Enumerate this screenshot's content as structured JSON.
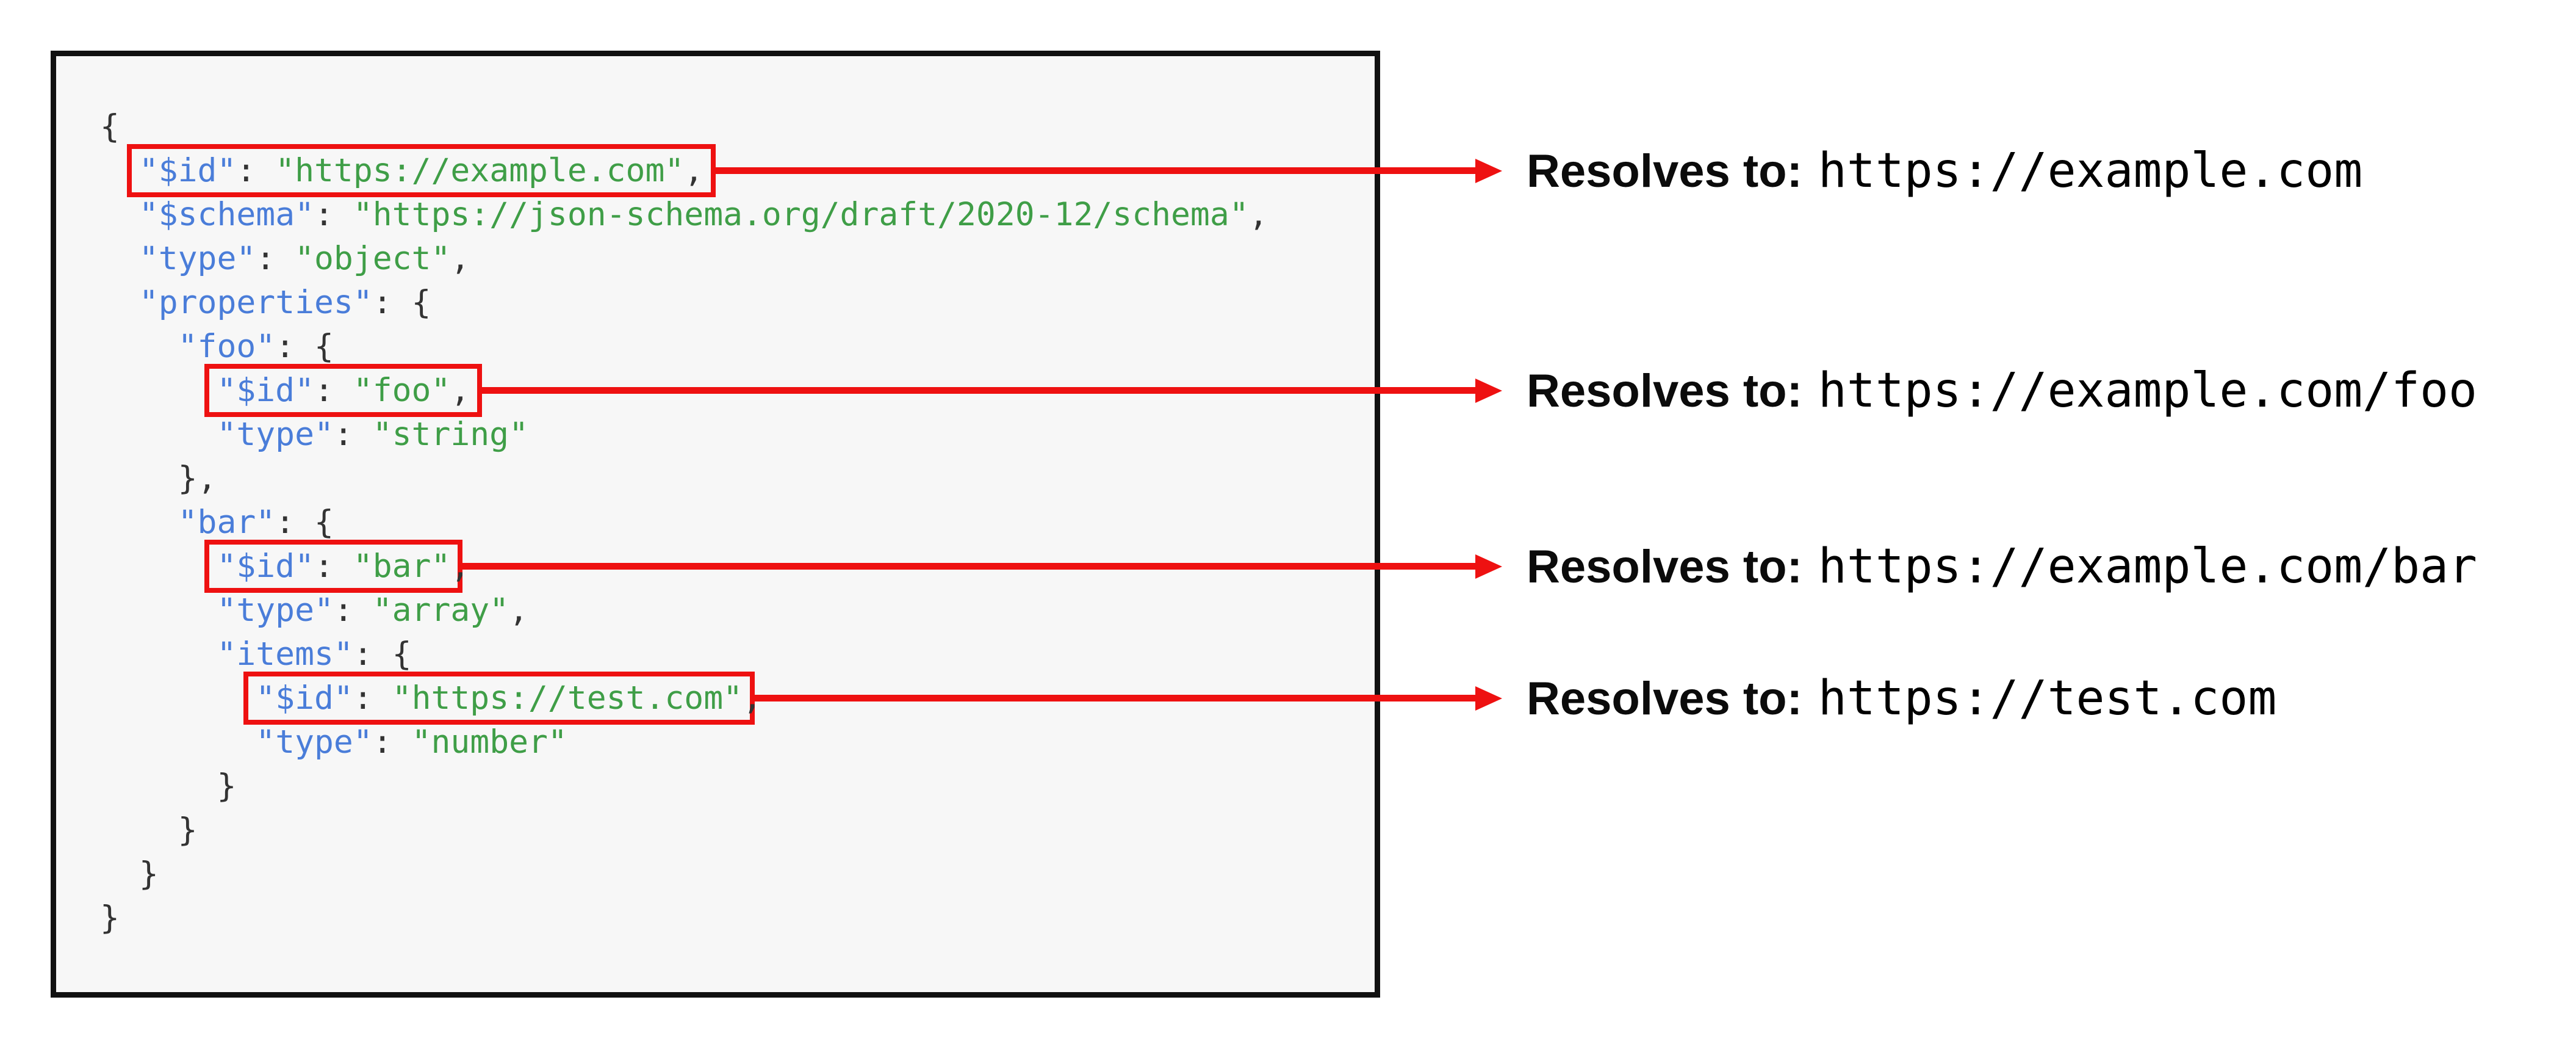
{
  "colors": {
    "key_blue": "#4a7dd9",
    "string_green": "#3f9e47",
    "punctuation": "#333333",
    "highlight_red": "#ee1111",
    "panel_border": "#111111",
    "panel_background": "#f7f7f7",
    "page_background": "#ffffff",
    "annotation_text": "#0b0b0b"
  },
  "code_block": {
    "language": "json",
    "lines": [
      {
        "indent": 0,
        "segments": [
          [
            "p",
            "{"
          ]
        ]
      },
      {
        "indent": 1,
        "highlight": {
          "annotation": 0,
          "segments": [
            [
              "k",
              "\"$id\""
            ],
            [
              "p",
              ": "
            ],
            [
              "s",
              "\"https://example.com\""
            ],
            [
              "p",
              ","
            ]
          ],
          "after": []
        }
      },
      {
        "indent": 1,
        "segments": [
          [
            "k",
            "\"$schema\""
          ],
          [
            "p",
            ": "
          ],
          [
            "s",
            "\"https://json-schema.org/draft/2020-12/schema\""
          ],
          [
            "p",
            ","
          ]
        ]
      },
      {
        "indent": 1,
        "segments": [
          [
            "k",
            "\"type\""
          ],
          [
            "p",
            ": "
          ],
          [
            "s",
            "\"object\""
          ],
          [
            "p",
            ","
          ]
        ]
      },
      {
        "indent": 1,
        "segments": [
          [
            "k",
            "\"properties\""
          ],
          [
            "p",
            ": {"
          ]
        ]
      },
      {
        "indent": 2,
        "segments": [
          [
            "k",
            "\"foo\""
          ],
          [
            "p",
            ": {"
          ]
        ]
      },
      {
        "indent": 3,
        "highlight": {
          "annotation": 1,
          "segments": [
            [
              "k",
              "\"$id\""
            ],
            [
              "p",
              ": "
            ],
            [
              "s",
              "\"foo\""
            ],
            [
              "p",
              ","
            ]
          ],
          "after": []
        }
      },
      {
        "indent": 3,
        "segments": [
          [
            "k",
            "\"type\""
          ],
          [
            "p",
            ": "
          ],
          [
            "s",
            "\"string\""
          ]
        ]
      },
      {
        "indent": 2,
        "segments": [
          [
            "p",
            "},"
          ]
        ]
      },
      {
        "indent": 2,
        "segments": [
          [
            "k",
            "\"bar\""
          ],
          [
            "p",
            ": {"
          ]
        ]
      },
      {
        "indent": 3,
        "highlight": {
          "annotation": 2,
          "segments": [
            [
              "k",
              "\"$id\""
            ],
            [
              "p",
              ": "
            ],
            [
              "s",
              "\"bar\""
            ]
          ],
          "after": [
            [
              "p",
              ","
            ]
          ]
        }
      },
      {
        "indent": 3,
        "segments": [
          [
            "k",
            "\"type\""
          ],
          [
            "p",
            ": "
          ],
          [
            "s",
            "\"array\""
          ],
          [
            "p",
            ","
          ]
        ]
      },
      {
        "indent": 3,
        "segments": [
          [
            "k",
            "\"items\""
          ],
          [
            "p",
            ": {"
          ]
        ]
      },
      {
        "indent": 4,
        "highlight": {
          "annotation": 3,
          "segments": [
            [
              "k",
              "\"$id\""
            ],
            [
              "p",
              ": "
            ],
            [
              "s",
              "\"https://test.com\""
            ]
          ],
          "after": [
            [
              "p",
              ","
            ]
          ]
        }
      },
      {
        "indent": 4,
        "segments": [
          [
            "k",
            "\"type\""
          ],
          [
            "p",
            ": "
          ],
          [
            "s",
            "\"number\""
          ]
        ]
      },
      {
        "indent": 3,
        "segments": [
          [
            "p",
            "}"
          ]
        ]
      },
      {
        "indent": 2,
        "segments": [
          [
            "p",
            "}"
          ]
        ]
      },
      {
        "indent": 1,
        "segments": [
          [
            "p",
            "}"
          ]
        ]
      },
      {
        "indent": 0,
        "segments": [
          [
            "p",
            "}"
          ]
        ]
      }
    ]
  },
  "annotations": [
    {
      "label": "Resolves to:",
      "value": "https://example.com"
    },
    {
      "label": "Resolves to:",
      "value": "https://example.com/foo"
    },
    {
      "label": "Resolves to:",
      "value": "https://example.com/bar"
    },
    {
      "label": "Resolves to:",
      "value": "https://test.com"
    }
  ]
}
